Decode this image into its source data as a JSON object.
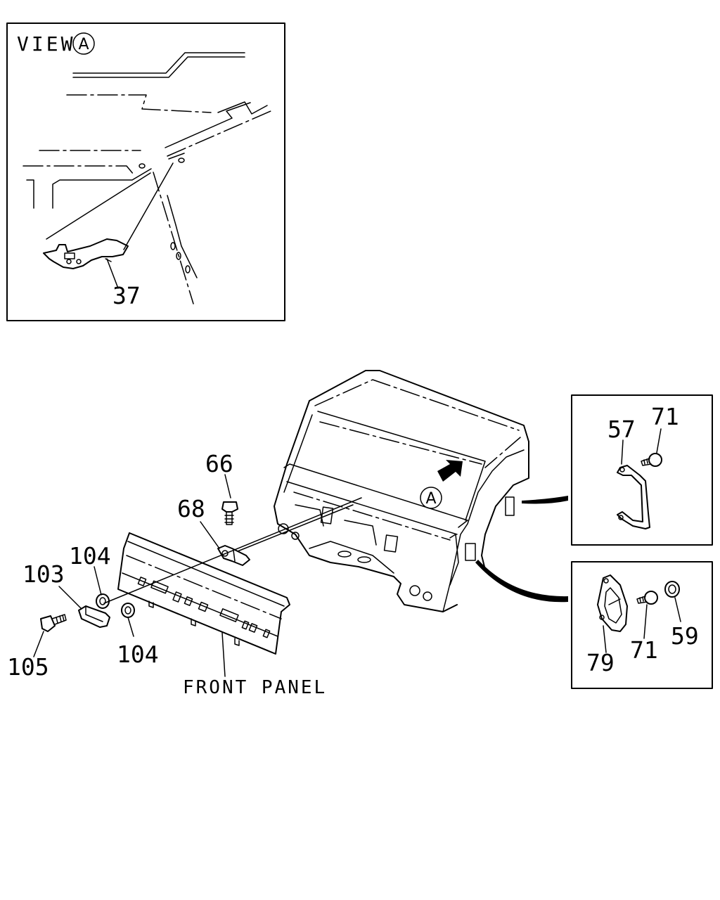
{
  "view_box": {
    "title": "VIEW",
    "marker": "A",
    "part_label": "37"
  },
  "main": {
    "cab_marker": "A",
    "caption": "FRONT PANEL",
    "labels": {
      "p66": "66",
      "p68": "68",
      "p104_top": "104",
      "p103": "103",
      "p104_bottom": "104",
      "p105": "105"
    }
  },
  "detail_upper": {
    "p57": "57",
    "p71": "71"
  },
  "detail_lower": {
    "p79": "79",
    "p71": "71",
    "p59": "59"
  }
}
